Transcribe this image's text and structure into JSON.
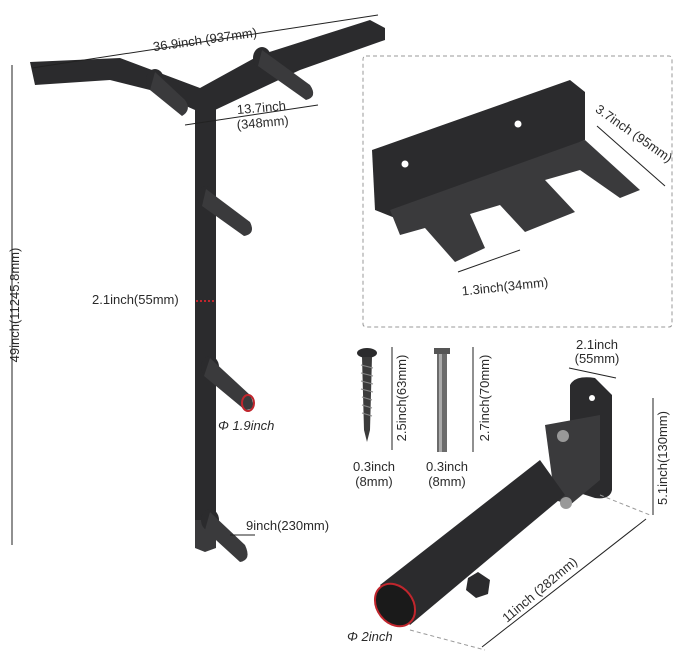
{
  "dimensions": {
    "total_width": "36.9inch (937mm)",
    "arm_spacing_inch": "13.7inch",
    "arm_spacing_mm": "(348mm)",
    "total_height": "49inch(11245.8mm)",
    "bar_width": "2.1inch(55mm)",
    "post_diameter": "Φ 1.9inch",
    "arm_length": "9inch(230mm)",
    "bracket_depth": "3.7inch (95mm)",
    "slot_width": "1.3inch(34mm)",
    "screw_length": "2.5inch(63mm)",
    "screw_width_inch": "0.3inch",
    "screw_width_mm": "(8mm)",
    "anchor_length": "2.7inch(70mm)",
    "anchor_width_inch": "0.3inch",
    "anchor_width_mm": "(8mm)",
    "plate_width_inch": "2.1inch",
    "plate_width_mm": "(55mm)",
    "plate_height": "5.1inch(130mm)",
    "sleeve_length": "11inch (282mm)",
    "sleeve_diameter": "Φ 2inch"
  },
  "colors": {
    "metal": "#2b2b2d",
    "accent_red": "#c0262d"
  }
}
